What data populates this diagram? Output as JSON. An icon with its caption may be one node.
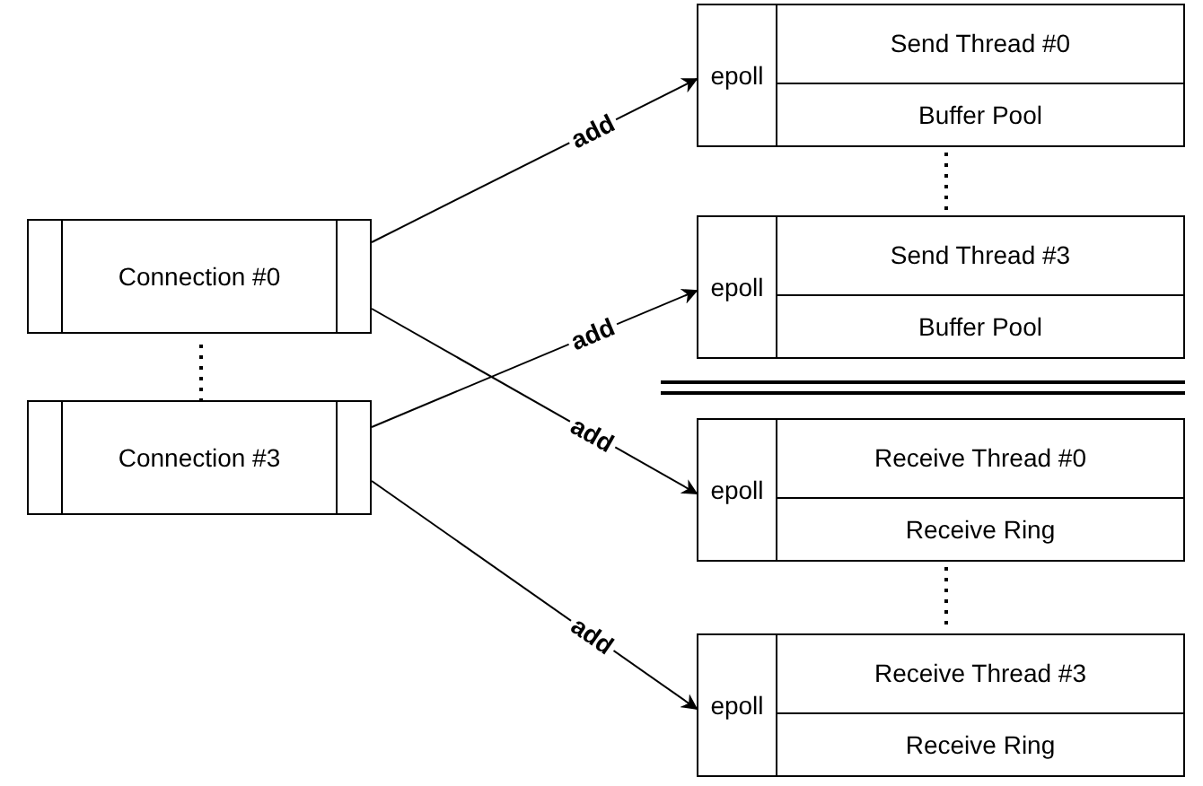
{
  "diagram": {
    "nodes": [
      {
        "text": [
          "Connection #0"
        ]
      },
      {
        "text": [
          "Connection #3"
        ]
      },
      {
        "text": [],
        "shape": "box"
      },
      {
        "text": [
          "epoll"
        ],
        "in": 2
      },
      {
        "text": [
          "Send Thread #0"
        ],
        "in": 2
      },
      {
        "text": [
          "Buffer Pool"
        ],
        "in": 2
      },
      {
        "text": [],
        "shape": "box"
      },
      {
        "text": [
          "epoll"
        ],
        "in": 6
      },
      {
        "text": [
          "Send Thread #3"
        ],
        "in": 6
      },
      {
        "text": [
          "Buffer Pool"
        ],
        "in": 6
      },
      {
        "text": [],
        "shape": "box"
      },
      {
        "text": [
          "epoll"
        ],
        "in": 10
      },
      {
        "text": [
          "Receive Thread #0"
        ],
        "in": 10
      },
      {
        "text": [
          "Receive Ring"
        ],
        "in": 10
      },
      {
        "text": [],
        "shape": "box"
      },
      {
        "text": [
          "epoll"
        ],
        "in": 14
      },
      {
        "text": [
          "Receive Thread #3"
        ],
        "in": 14
      },
      {
        "text": [
          "Receive Ring"
        ],
        "in": 14
      }
    ],
    "edges": [
      {
        "from": 0,
        "to": 3,
        "arrow": "to",
        "label": "add"
      },
      {
        "from": 0,
        "to": 11,
        "arrow": "to",
        "label": "add"
      },
      {
        "from": 1,
        "to": 7,
        "arrow": "to",
        "label": "add"
      },
      {
        "from": 1,
        "to": 15,
        "arrow": "to",
        "label": "add"
      }
    ]
  }
}
